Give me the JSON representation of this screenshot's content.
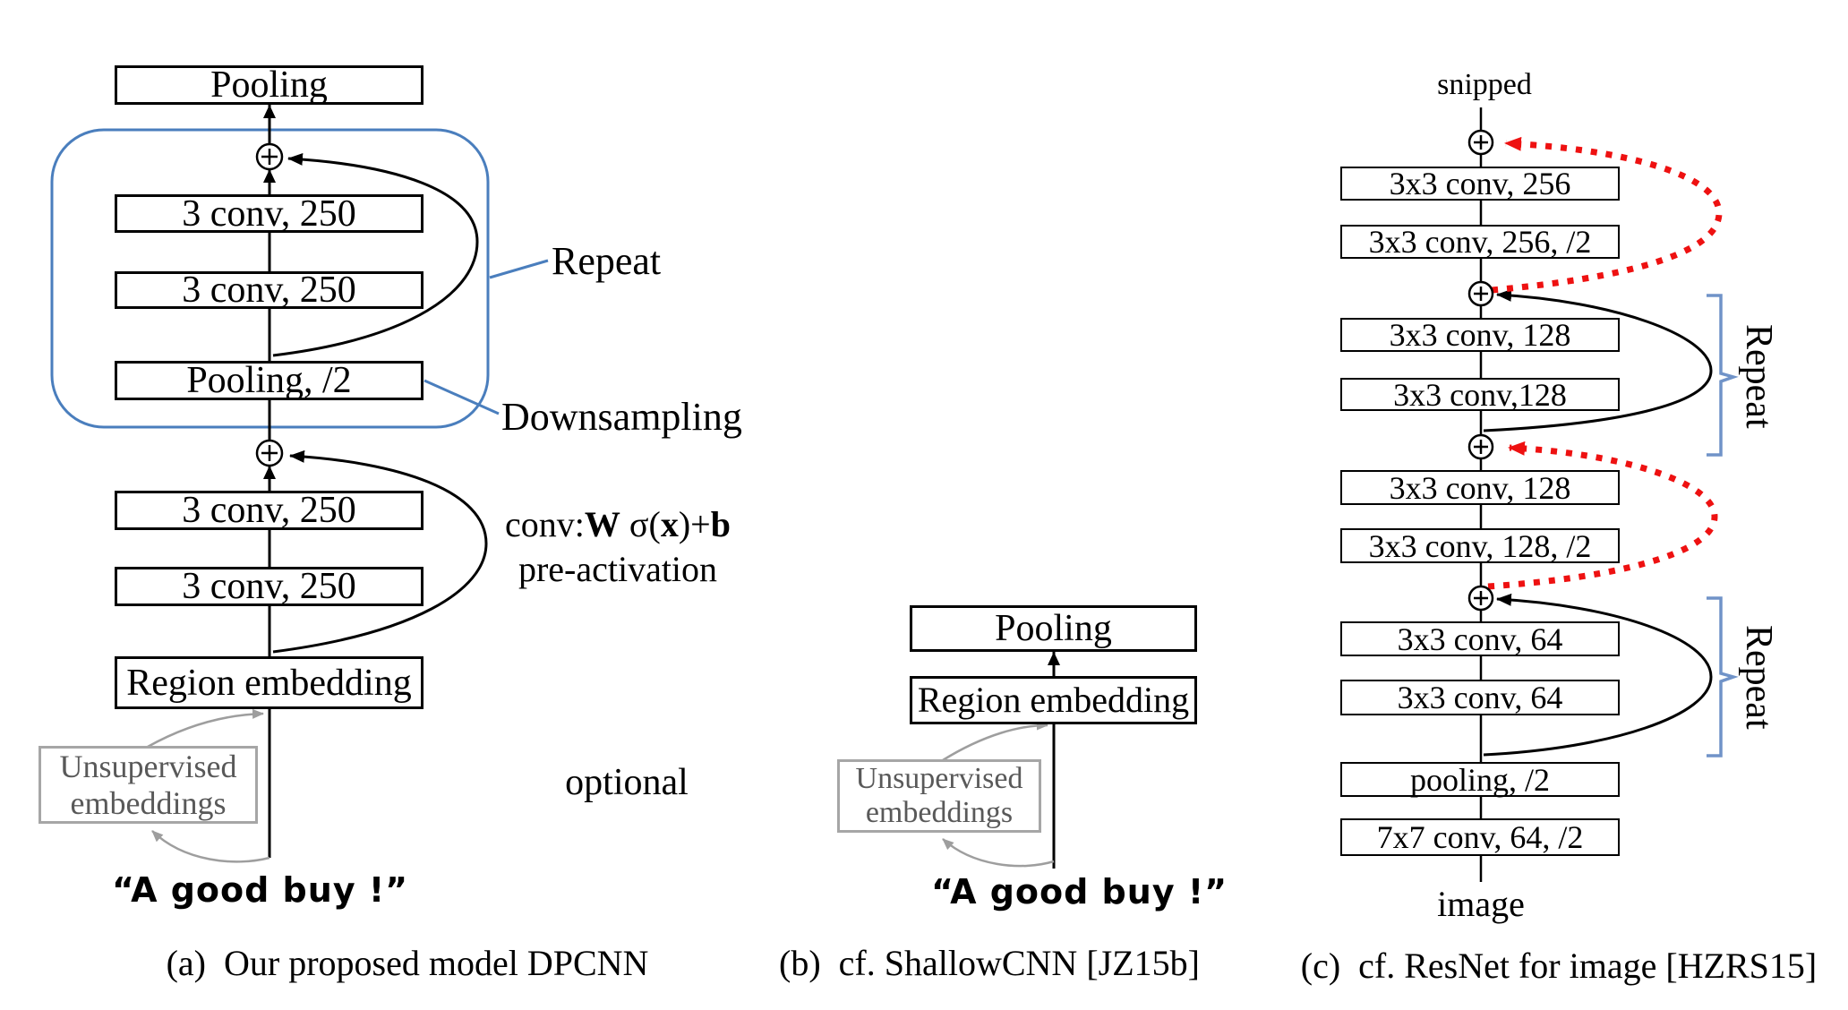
{
  "colors": {
    "box_border": "#000000",
    "accent_blue": "#4a7ebd",
    "bracket_blue": "#7093c8",
    "skip_red": "#ee1111",
    "gray_border": "#a6a6a6",
    "gray_text": "#595959",
    "gray_arrow": "#9e9e9e"
  },
  "captions": {
    "a": "(a)  Our proposed model DPCNN",
    "b": "(b)  cf. ShallowCNN [JZ15b]",
    "c": "(c)  cf. ResNet for image [HZRS15]"
  },
  "diagram_a": {
    "pooling_top": "Pooling",
    "conv_1": "3 conv, 250",
    "conv_2": "3 conv, 250",
    "pooling_half": "Pooling, /2",
    "conv_3": "3 conv, 250",
    "conv_4": "3 conv, 250",
    "region_embedding": "Region embedding",
    "unsupervised_1": "Unsupervised",
    "unsupervised_2": "embeddings",
    "input_quote": "“A good buy !”",
    "repeat_label": "Repeat",
    "downsampling_label": "Downsampling",
    "formula": {
      "prefix": "conv:",
      "w": "W",
      "sigma": " σ(",
      "x": "x",
      "close": ")+",
      "b": "b"
    },
    "pre_activation": "pre-activation",
    "optional_label": "optional"
  },
  "diagram_b": {
    "pooling": "Pooling",
    "region_embedding": "Region embedding",
    "unsupervised_1": "Unsupervised",
    "unsupervised_2": "embeddings",
    "input_quote": "“A good buy !”"
  },
  "diagram_c": {
    "snipped_label": "snipped",
    "conv_256": "3x3 conv, 256",
    "conv_256_half": "3x3 conv, 256, /2",
    "conv_128_a": "3x3 conv, 128",
    "conv_128_b": "3x3 conv,128",
    "conv_128_c": "3x3 conv, 128",
    "conv_128_half": "3x3 conv, 128, /2",
    "conv_64_a": "3x3 conv, 64",
    "conv_64_b": "3x3 conv, 64",
    "pooling_half": "pooling, /2",
    "conv_7x7": "7x7 conv, 64, /2",
    "image_label": "image",
    "repeat_upper": "Repeat",
    "repeat_lower": "Repeat"
  }
}
